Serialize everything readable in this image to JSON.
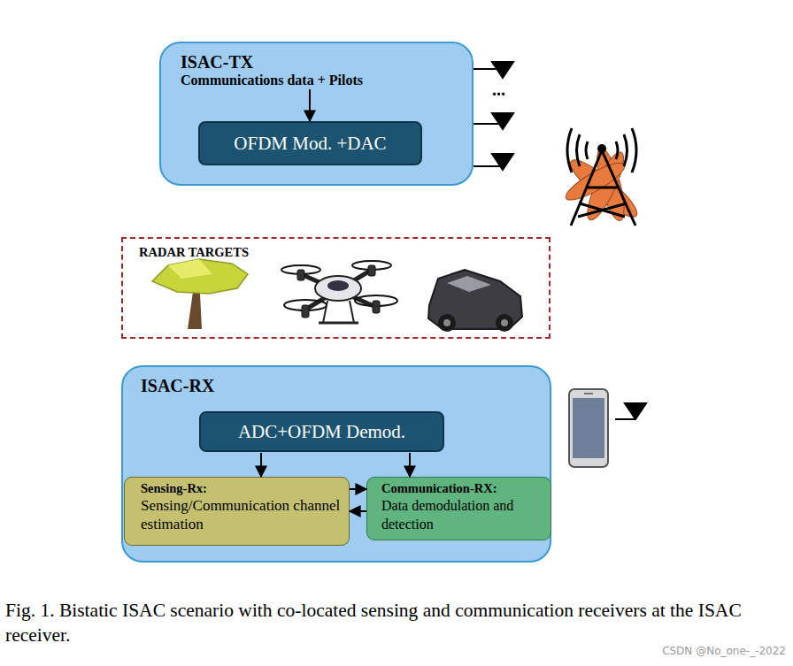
{
  "diagram": {
    "caption": "Fig. 1. Bistatic ISAC scenario with co-located sensing and communication receivers at the ISAC receiver.",
    "nodes": [
      {
        "text": [
          "ISAC-TX",
          "Communications data + Pilots"
        ]
      },
      {
        "text": [
          "OFDM Mod. +DAC"
        ],
        "in": 0
      },
      {
        "text": [
          "RADAR TARGETS"
        ]
      },
      {
        "text": [
          "ISAC-RX"
        ]
      },
      {
        "text": [
          "ADC+OFDM Demod."
        ],
        "in": 3
      },
      {
        "text": [
          "Sensing-Rx:",
          "Sensing/Communication channel estimation"
        ],
        "in": 3
      },
      {
        "text": [
          "Communication-RX:",
          "Data demodulation and detection"
        ],
        "in": 3
      }
    ],
    "edges": [
      {
        "from": 0,
        "to": 1,
        "arrow": "to"
      },
      {
        "from": 4,
        "to": 5,
        "arrow": "to"
      },
      {
        "from": 4,
        "to": 6,
        "arrow": "to"
      },
      {
        "from": 5,
        "to": 6,
        "arrow": "to"
      },
      {
        "from": 6,
        "to": 5,
        "arrow": "to"
      }
    ],
    "labels": [
      "...",
      "CSDN @No_one-_-2022"
    ]
  }
}
